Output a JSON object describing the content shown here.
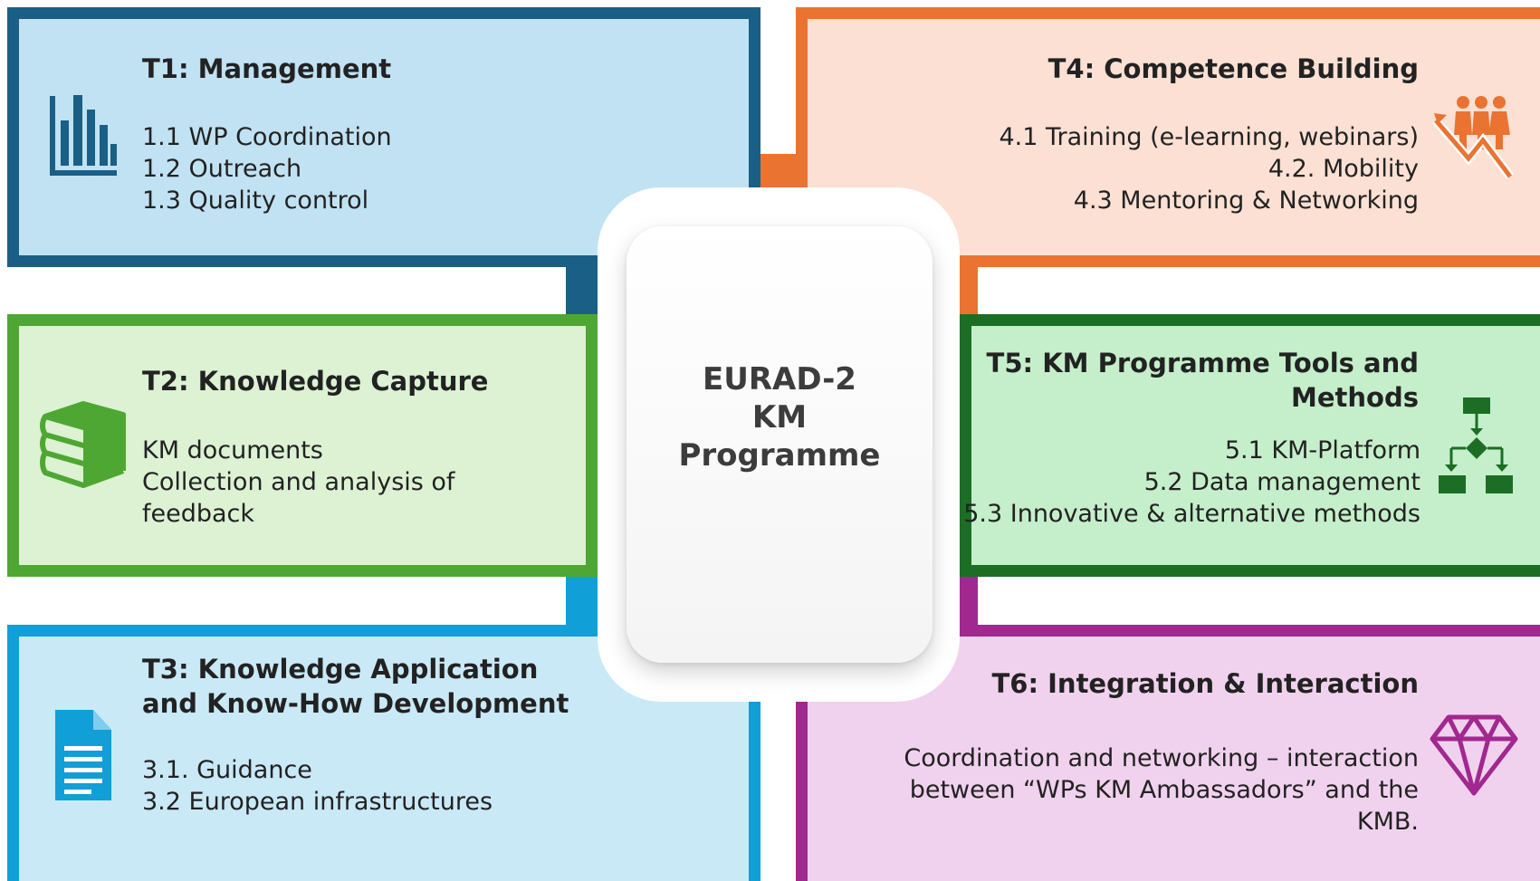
{
  "center": {
    "lines": [
      "EURAD-2",
      "KM",
      "Programme"
    ]
  },
  "t1": {
    "title": "T1: Management",
    "items": [
      "1.1 WP Coordination",
      "1.2 Outreach",
      "1.3 Quality control"
    ],
    "icon": "bar-chart-icon",
    "color": "#1a5f86"
  },
  "t2": {
    "title": "T2: Knowledge Capture",
    "items": [
      "KM documents",
      "Collection and analysis of",
      "feedback"
    ],
    "icon": "book-stack-icon",
    "color": "#4ea732"
  },
  "t3": {
    "title_lines": [
      "T3: Knowledge Application",
      "and Know-How Development"
    ],
    "items": [
      "3.1. Guidance",
      "3.2 European infrastructures"
    ],
    "icon": "document-icon",
    "color": "#119fd7"
  },
  "t4": {
    "title": "T4: Competence Building",
    "items": [
      "4.1 Training (e-learning, webinars)",
      "4.2. Mobility",
      "4.3 Mentoring & Networking"
    ],
    "icon": "people-growth-icon",
    "color": "#ea7332"
  },
  "t5": {
    "title_lines": [
      "T5: KM Programme Tools and",
      "Methods"
    ],
    "items": [
      "5.1 KM-Platform",
      "5.2 Data management",
      "5.3 Innovative & alternative methods"
    ],
    "icon": "flowchart-icon",
    "color": "#1c6e24"
  },
  "t6": {
    "title": "T6: Integration & Interaction",
    "items": [
      "Coordination and networking – interaction",
      "between “WPs KM Ambassadors” and the",
      "KMB."
    ],
    "icon": "diamond-icon",
    "color": "#a1288f"
  }
}
